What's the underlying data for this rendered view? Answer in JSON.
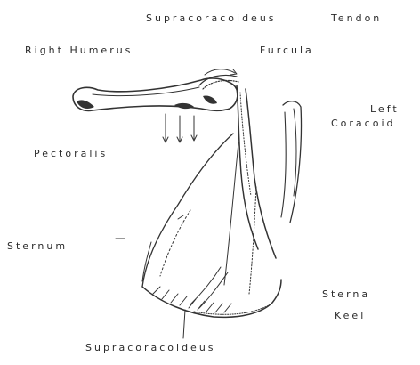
{
  "labels": {
    "supracoracoideus_tendon_a": "Supracoracoideus",
    "supracoracoideus_tendon_b": "Tendon",
    "right_humerus": "Right Humerus",
    "furcula": "Furcula",
    "left_coracoid_a": "Left",
    "left_coracoid_b": "Coracoid",
    "pectoralis": "Pectoralis",
    "sternum": "Sternum",
    "sterna_keel_a": "Sterna",
    "sterna_keel_b": "Keel",
    "supracoracoideus_bottom": "Supracoracoideus"
  }
}
